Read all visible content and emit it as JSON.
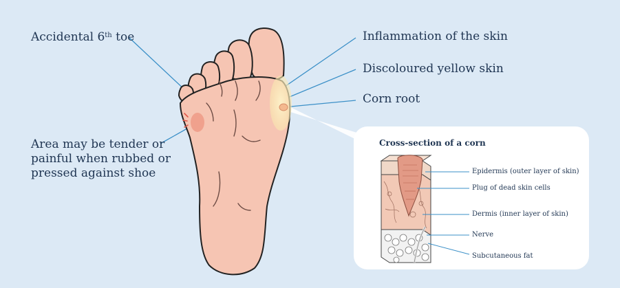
{
  "callouts": {
    "sixth_toe_prefix": "Accidental 6",
    "sixth_toe_sup": "th",
    "sixth_toe_suffix": " toe",
    "tender_area": "Area may be tender or painful when rubbed or pressed against shoe",
    "inflammation": "Inflammation of the skin",
    "discoloured": "Discoloured yellow skin",
    "corn_root": "Corn root"
  },
  "cross_section": {
    "title": "Cross-section of a corn",
    "labels": {
      "epidermis": "Epidermis (outer layer of skin)",
      "plug": "Plug of dead skin cells",
      "dermis": "Dermis (inner layer of skin)",
      "nerve": "Nerve",
      "fat": "Subcutaneous fat"
    }
  },
  "colors": {
    "background": "#dce9f5",
    "skin": "#f6c5b3",
    "outline": "#222222",
    "leader_line": "#3a8fc7",
    "text": "#1f3552",
    "corn_glow": "#fbe9b4",
    "tender_spot": "#ee9a86"
  }
}
